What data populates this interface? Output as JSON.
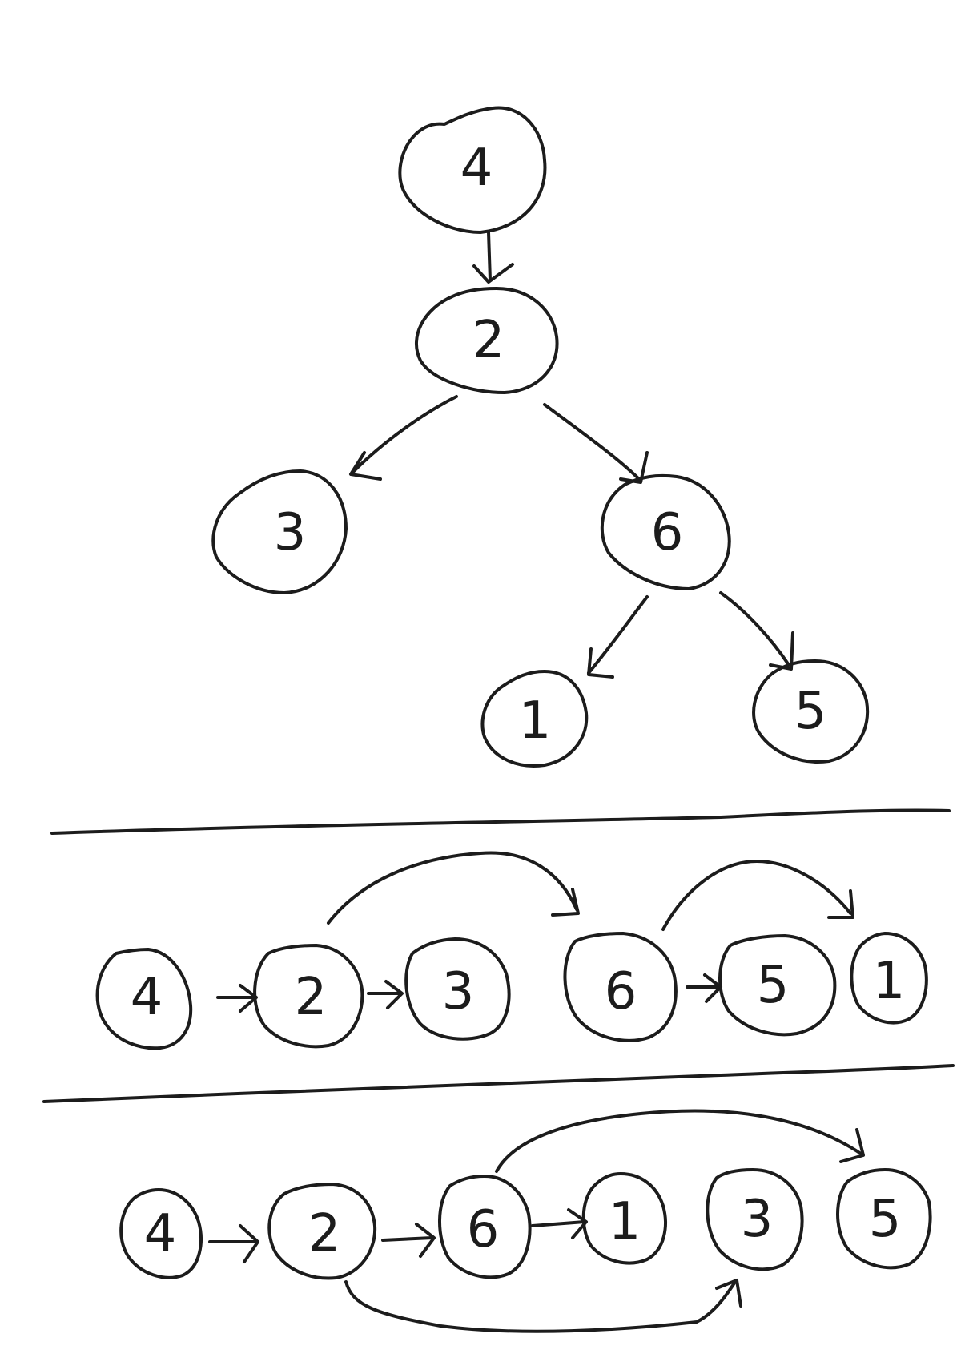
{
  "colors": {
    "ink": "#1c1c1c",
    "paper": "#ffffff"
  },
  "tree": {
    "nodes": {
      "n4": "4",
      "n2": "2",
      "n3": "3",
      "n6": "6",
      "n1": "1",
      "n5": "5"
    }
  },
  "sequence_one": {
    "nodes": [
      "4",
      "2",
      "3",
      "6",
      "5",
      "1"
    ]
  },
  "sequence_two": {
    "nodes": [
      "4",
      "2",
      "6",
      "1",
      "3",
      "5"
    ]
  }
}
